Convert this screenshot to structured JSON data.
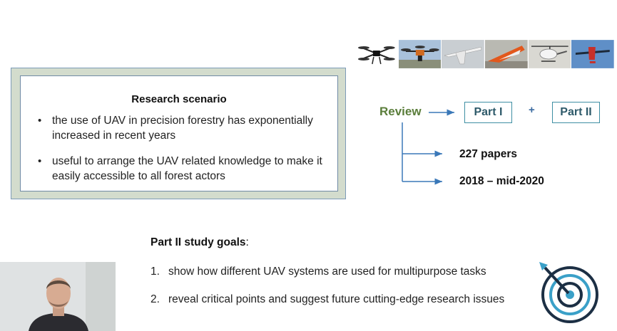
{
  "slide": {
    "research_scenario": {
      "title": "Research scenario",
      "bullets": [
        "the use of UAV in precision forestry has exponentially increased in recent years",
        "useful to arrange the UAV related knowledge to make it easily accessible to all forest actors"
      ]
    },
    "review": {
      "label": "Review",
      "part_one": "Part I",
      "plus": "+",
      "part_two": "Part II",
      "papers": "227 papers",
      "period": "2018 – mid-2020"
    },
    "goals": {
      "title_bold": "Part II study goals",
      "title_suffix": ":",
      "items": [
        {
          "num": "1.",
          "text": "show how different UAV systems are used for multipurpose tasks"
        },
        {
          "num": "2.",
          "text": "reveal critical points and suggest future cutting-edge research issues"
        }
      ]
    },
    "bullet_glyph": "•",
    "icons": {
      "drone_strip": [
        "quadcopter-icon",
        "multirotor-icon",
        "fixed-wing-icon",
        "delta-wing-icon",
        "helicopter-icon",
        "fixed-wing-sky-icon"
      ],
      "target": "target-dart-icon",
      "webcam": "presenter-webcam"
    },
    "colors": {
      "review_green": "#5a7d3a",
      "part_border": "#3f8fa3",
      "arrow_blue": "#3a78b8",
      "scenario_bg": "#d3dccd"
    }
  }
}
